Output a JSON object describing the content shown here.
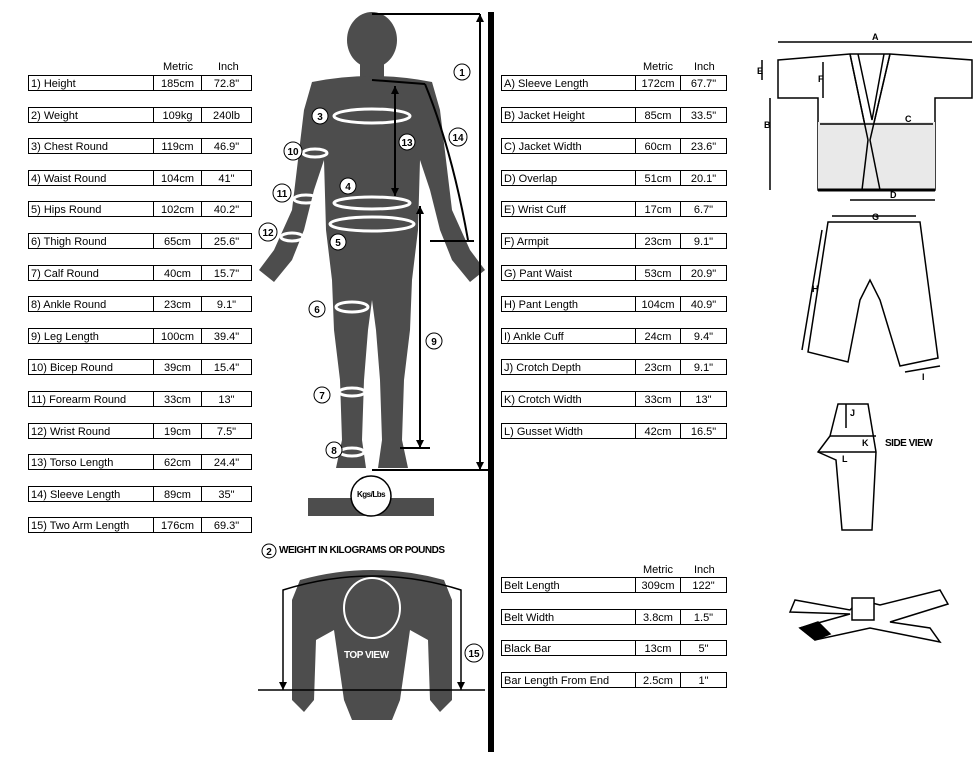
{
  "body_table": {
    "header_metric": "Metric",
    "header_inch": "Inch",
    "rows": [
      {
        "label": "1) Height",
        "metric": "185cm",
        "inch": "72.8\""
      },
      {
        "label": "2) Weight",
        "metric": "109kg",
        "inch": "240lb"
      },
      {
        "label": "3) Chest Round",
        "metric": "119cm",
        "inch": "46.9\""
      },
      {
        "label": "4) Waist Round",
        "metric": "104cm",
        "inch": "41\""
      },
      {
        "label": "5) Hips Round",
        "metric": "102cm",
        "inch": "40.2\""
      },
      {
        "label": "6) Thigh Round",
        "metric": "65cm",
        "inch": "25.6\""
      },
      {
        "label": "7) Calf Round",
        "metric": "40cm",
        "inch": "15.7\""
      },
      {
        "label": "8) Ankle Round",
        "metric": "23cm",
        "inch": "9.1\""
      },
      {
        "label": "9) Leg Length",
        "metric": "100cm",
        "inch": "39.4\""
      },
      {
        "label": "10) Bicep Round",
        "metric": "39cm",
        "inch": "15.4\""
      },
      {
        "label": "11) Forearm Round",
        "metric": "33cm",
        "inch": "13\""
      },
      {
        "label": "12) Wrist Round",
        "metric": "19cm",
        "inch": "7.5\""
      },
      {
        "label": "13) Torso Length",
        "metric": "62cm",
        "inch": "24.4\""
      },
      {
        "label": "14) Sleeve Length",
        "metric": "89cm",
        "inch": "35\""
      },
      {
        "label": "15) Two Arm Length",
        "metric": "176cm",
        "inch": "69.3\""
      }
    ]
  },
  "gi_table": {
    "header_metric": "Metric",
    "header_inch": "Inch",
    "rows": [
      {
        "label": "A) Sleeve Length",
        "metric": "172cm",
        "inch": "67.7\""
      },
      {
        "label": "B) Jacket Height",
        "metric": "85cm",
        "inch": "33.5\""
      },
      {
        "label": "C) Jacket Width",
        "metric": "60cm",
        "inch": "23.6\""
      },
      {
        "label": "D) Overlap",
        "metric": "51cm",
        "inch": "20.1\""
      },
      {
        "label": "E) Wrist Cuff",
        "metric": "17cm",
        "inch": "6.7\""
      },
      {
        "label": "F) Armpit",
        "metric": "23cm",
        "inch": "9.1\""
      },
      {
        "label": "G) Pant Waist",
        "metric": "53cm",
        "inch": "20.9\""
      },
      {
        "label": "H) Pant Length",
        "metric": "104cm",
        "inch": "40.9\""
      },
      {
        "label": "I) Ankle Cuff",
        "metric": "24cm",
        "inch": "9.4\""
      },
      {
        "label": "J) Crotch Depth",
        "metric": "23cm",
        "inch": "9.1\""
      },
      {
        "label": "K) Crotch Width",
        "metric": "33cm",
        "inch": "13\""
      },
      {
        "label": "L) Gusset Width",
        "metric": "42cm",
        "inch": "16.5\""
      }
    ]
  },
  "belt_table": {
    "header_metric": "Metric",
    "header_inch": "Inch",
    "rows": [
      {
        "label": "Belt Length",
        "metric": "309cm",
        "inch": "122\""
      },
      {
        "label": "Belt Width",
        "metric": "3.8cm",
        "inch": "1.5\""
      },
      {
        "label": "Black Bar",
        "metric": "13cm",
        "inch": "5\""
      },
      {
        "label": "Bar Length From End",
        "metric": "2.5cm",
        "inch": "1\""
      }
    ]
  },
  "figure": {
    "scale_label": "Kgs/Lbs",
    "weight_caption": "WEIGHT IN KILOGRAMS OR POUNDS",
    "weight_marker": "2",
    "top_view_label": "TOP VIEW",
    "markers": [
      "1",
      "3",
      "4",
      "5",
      "6",
      "7",
      "8",
      "9",
      "10",
      "11",
      "12",
      "13",
      "14",
      "15"
    ]
  },
  "garment": {
    "jacket_letters": [
      "A",
      "B",
      "C",
      "D",
      "E",
      "F"
    ],
    "pants_letters": [
      "G",
      "H",
      "I"
    ],
    "side_view_letters": [
      "J",
      "K",
      "L"
    ],
    "side_view_label": "SIDE VIEW"
  },
  "colors": {
    "silhouette": "#4d4d4d",
    "ink": "#000000"
  }
}
